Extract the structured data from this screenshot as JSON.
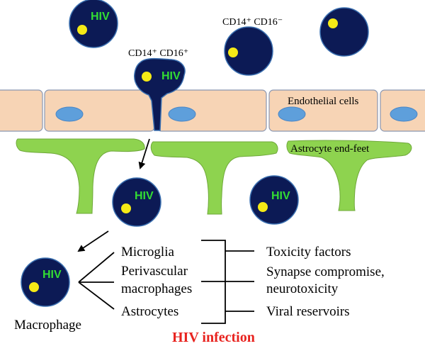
{
  "cells": {
    "top_left_label": "HIV",
    "transmigrating_label": "HIV",
    "brain_left_label": "HIV",
    "brain_right_label": "HIV",
    "macrophage_label": "HIV"
  },
  "labels": {
    "cd16_positive": "CD14⁺ CD16⁺",
    "cd16_negative": "CD14⁺ CD16⁻",
    "endothelial": "Endothelial  cells",
    "astrocyte": "Astrocyte end-feet",
    "macrophage": "Macrophage"
  },
  "cell_types": [
    "Microglia",
    "Perivascular",
    "macrophages",
    "Astrocytes"
  ],
  "outcomes": [
    "Toxicity factors",
    "Synapse compromise,",
    "neurotoxicity",
    "Viral reservoirs"
  ],
  "footer": {
    "infection": "HIV infection"
  },
  "colors": {
    "cell": "#0c1a55",
    "nucleus": "#f5ea16",
    "hiv_text": "#33dd33",
    "endothelium": "#f7d4b5",
    "endothelial_nucleus": "#5e9fdb",
    "astrocyte": "#8ed34f",
    "infection_text": "#e8231f"
  }
}
